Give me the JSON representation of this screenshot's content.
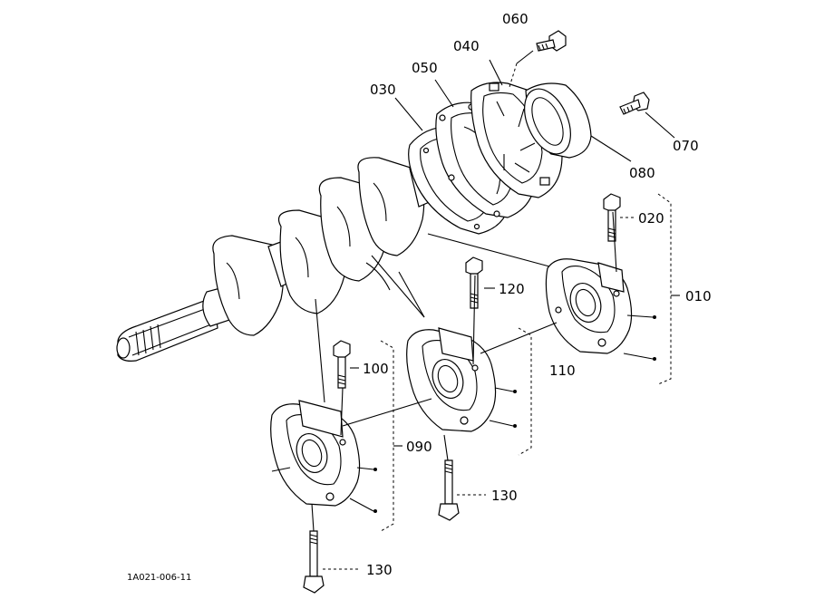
{
  "diagram": {
    "drawing_code": "1A021-006-11",
    "callouts": {
      "p010": "010",
      "p020": "020",
      "p030": "030",
      "p040": "040",
      "p050": "050",
      "p060": "060",
      "p070": "070",
      "p080": "080",
      "p090": "090",
      "p100": "100",
      "p110": "110",
      "p120": "120",
      "p130a": "130",
      "p130b": "130"
    }
  }
}
